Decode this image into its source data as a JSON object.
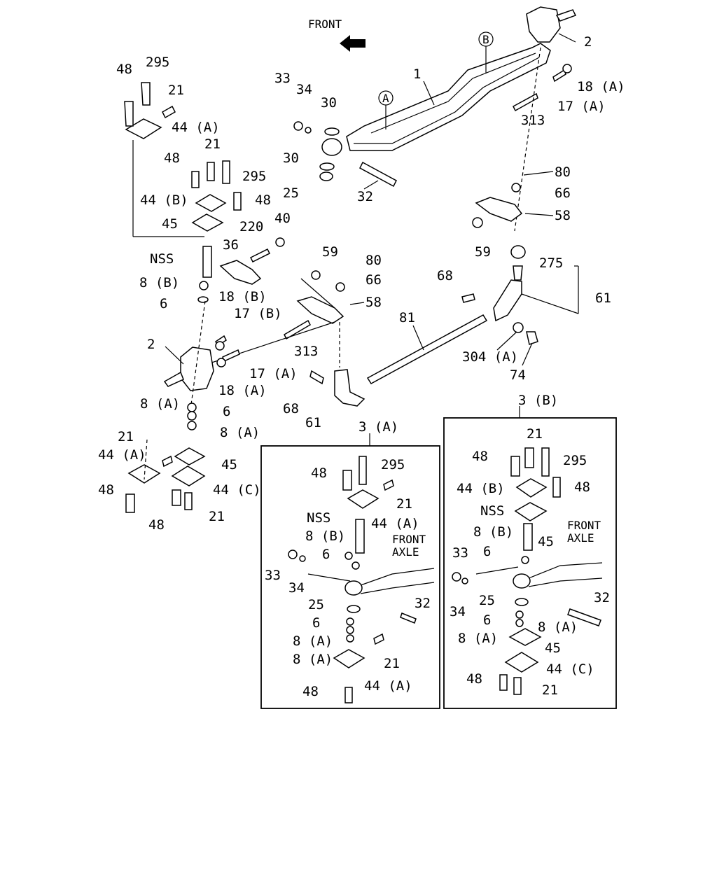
{
  "front_marker": "FRONT",
  "circle_labels": [
    "A",
    "B"
  ],
  "callouts": [
    {
      "id": "c-48-a",
      "text": "48"
    },
    {
      "id": "c-295-a",
      "text": "295"
    },
    {
      "id": "c-21-a",
      "text": "21"
    },
    {
      "id": "c-44A-a",
      "text": "44 (A)"
    },
    {
      "id": "c-48-b",
      "text": "48"
    },
    {
      "id": "c-21-b",
      "text": "21"
    },
    {
      "id": "c-295-b",
      "text": "295"
    },
    {
      "id": "c-44B-a",
      "text": "44 (B)"
    },
    {
      "id": "c-48-c",
      "text": "48"
    },
    {
      "id": "c-45-a",
      "text": "45"
    },
    {
      "id": "c-220",
      "text": "220"
    },
    {
      "id": "c-40",
      "text": "40"
    },
    {
      "id": "c-NSS-a",
      "text": "NSS"
    },
    {
      "id": "c-36",
      "text": "36"
    },
    {
      "id": "c-8B-a",
      "text": "8 (B)"
    },
    {
      "id": "c-6-a",
      "text": "6"
    },
    {
      "id": "c-18B",
      "text": "18 (B)"
    },
    {
      "id": "c-17B",
      "text": "17 (B)"
    },
    {
      "id": "c-2-a",
      "text": "2"
    },
    {
      "id": "c-17A-a",
      "text": "17 (A)"
    },
    {
      "id": "c-18A-a",
      "text": "18 (A)"
    },
    {
      "id": "c-8A-a",
      "text": "8 (A)"
    },
    {
      "id": "c-6-b",
      "text": "6"
    },
    {
      "id": "c-8A-b",
      "text": "8 (A)"
    },
    {
      "id": "c-21-c",
      "text": "21"
    },
    {
      "id": "c-44A-b",
      "text": "44 (A)"
    },
    {
      "id": "c-45-b",
      "text": "45"
    },
    {
      "id": "c-48-d",
      "text": "48"
    },
    {
      "id": "c-44C-a",
      "text": "44 (C)"
    },
    {
      "id": "c-48-e",
      "text": "48"
    },
    {
      "id": "c-21-d",
      "text": "21"
    },
    {
      "id": "c-33-a",
      "text": "33"
    },
    {
      "id": "c-34-a",
      "text": "34"
    },
    {
      "id": "c-30-a",
      "text": "30"
    },
    {
      "id": "c-1",
      "text": "1"
    },
    {
      "id": "c-30-b",
      "text": "30"
    },
    {
      "id": "c-25-a",
      "text": "25"
    },
    {
      "id": "c-32-a",
      "text": "32"
    },
    {
      "id": "c-2-b",
      "text": "2"
    },
    {
      "id": "c-18A-b",
      "text": "18 (A)"
    },
    {
      "id": "c-17A-b",
      "text": "17 (A)"
    },
    {
      "id": "c-313-a",
      "text": "313"
    },
    {
      "id": "c-80-a",
      "text": "80"
    },
    {
      "id": "c-66-a",
      "text": "66"
    },
    {
      "id": "c-58-a",
      "text": "58"
    },
    {
      "id": "c-59-a",
      "text": "59"
    },
    {
      "id": "c-275",
      "text": "275"
    },
    {
      "id": "c-61-a",
      "text": "61"
    },
    {
      "id": "c-68-a",
      "text": "68"
    },
    {
      "id": "c-59-b",
      "text": "59"
    },
    {
      "id": "c-80-b",
      "text": "80"
    },
    {
      "id": "c-66-b",
      "text": "66"
    },
    {
      "id": "c-58-b",
      "text": "58"
    },
    {
      "id": "c-81",
      "text": "81"
    },
    {
      "id": "c-313-b",
      "text": "313"
    },
    {
      "id": "c-304A",
      "text": "304 (A)"
    },
    {
      "id": "c-74",
      "text": "74"
    },
    {
      "id": "c-68-b",
      "text": "68"
    },
    {
      "id": "c-61-b",
      "text": "61"
    },
    {
      "id": "c-3A",
      "text": "3 (A)"
    },
    {
      "id": "c-3B",
      "text": "3 (B)"
    },
    {
      "id": "c-48-f",
      "text": "48"
    },
    {
      "id": "c-295-c",
      "text": "295"
    },
    {
      "id": "c-21-e",
      "text": "21"
    },
    {
      "id": "c-NSS-b",
      "text": "NSS"
    },
    {
      "id": "c-44A-c",
      "text": "44 (A)"
    },
    {
      "id": "c-8B-b",
      "text": "8 (B)"
    },
    {
      "id": "c-6-c",
      "text": "6"
    },
    {
      "id": "c-33-b",
      "text": "33"
    },
    {
      "id": "c-34-b",
      "text": "34"
    },
    {
      "id": "c-25-b",
      "text": "25"
    },
    {
      "id": "c-32-b",
      "text": "32"
    },
    {
      "id": "c-6-d",
      "text": "6"
    },
    {
      "id": "c-8A-c",
      "text": "8 (A)"
    },
    {
      "id": "c-8A-d",
      "text": "8 (A)"
    },
    {
      "id": "c-21-f",
      "text": "21"
    },
    {
      "id": "c-44A-d",
      "text": "44 (A)"
    },
    {
      "id": "c-48-g",
      "text": "48"
    },
    {
      "id": "c-21-g",
      "text": "21"
    },
    {
      "id": "c-48-h",
      "text": "48"
    },
    {
      "id": "c-295-d",
      "text": "295"
    },
    {
      "id": "c-44B-b",
      "text": "44 (B)"
    },
    {
      "id": "c-48-i",
      "text": "48"
    },
    {
      "id": "c-NSS-c",
      "text": "NSS"
    },
    {
      "id": "c-8B-c",
      "text": "8 (B)"
    },
    {
      "id": "c-45-c",
      "text": "45"
    },
    {
      "id": "c-6-e",
      "text": "6"
    },
    {
      "id": "c-33-c",
      "text": "33"
    },
    {
      "id": "c-34-c",
      "text": "34"
    },
    {
      "id": "c-25-c",
      "text": "25"
    },
    {
      "id": "c-32-c",
      "text": "32"
    },
    {
      "id": "c-6-f",
      "text": "6"
    },
    {
      "id": "c-8A-e",
      "text": "8 (A)"
    },
    {
      "id": "c-8A-f",
      "text": "8 (A)"
    },
    {
      "id": "c-45-d",
      "text": "45"
    },
    {
      "id": "c-44C-b",
      "text": "44 (C)"
    },
    {
      "id": "c-48-j",
      "text": "48"
    },
    {
      "id": "c-21-h",
      "text": "21"
    }
  ],
  "axle_notes": [
    {
      "line1": "FRONT",
      "line2": "AXLE"
    },
    {
      "line1": "FRONT",
      "line2": "AXLE"
    }
  ]
}
